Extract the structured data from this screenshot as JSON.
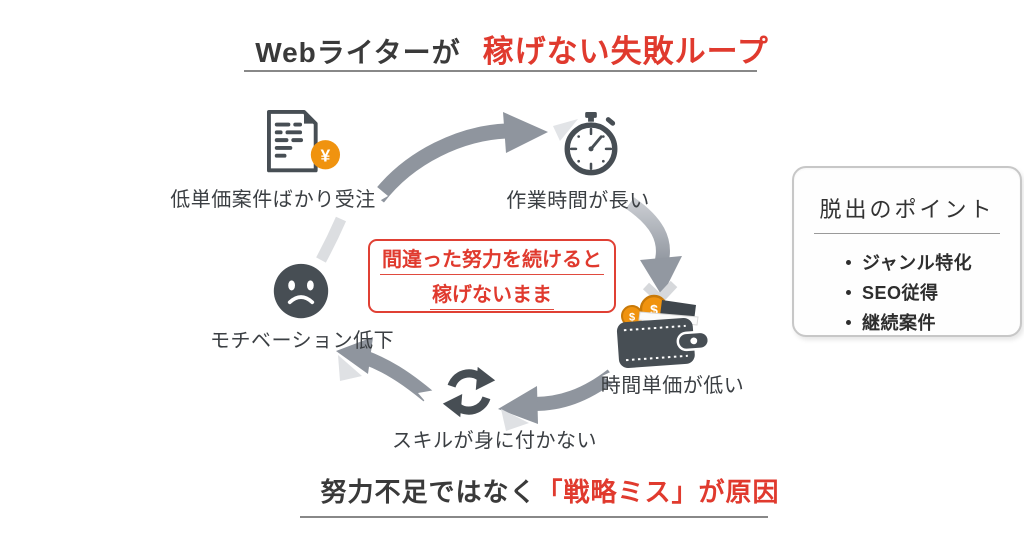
{
  "title": {
    "prefix": "Webライターが",
    "highlight": "稼げない失敗ループ"
  },
  "loop": {
    "nodes": [
      {
        "label": "低単価案件ばかり受注",
        "icon": "document-yen-icon"
      },
      {
        "label": "作業時間が長い",
        "icon": "stopwatch-icon"
      },
      {
        "label": "時間単価が低い",
        "icon": "wallet-icon"
      },
      {
        "label": "スキルが身に付かない",
        "icon": "cycle-icon"
      },
      {
        "label": "モチベーション低下",
        "icon": "sad-face-icon"
      }
    ],
    "center_note": {
      "line1": "間違った努力を続けると",
      "line2": "稼げないまま"
    }
  },
  "escape_panel": {
    "title": "脱出のポイント",
    "items": [
      "ジャンル特化",
      "SEO従得",
      "継続案件"
    ]
  },
  "footer": {
    "prefix": "努力不足ではなく",
    "highlight": "「戦略ミス」が原因"
  },
  "icons": {
    "yen_symbol": "¥",
    "dollar_symbol": "$"
  },
  "colors": {
    "accent_red": "#e03a2e",
    "icon_dark": "#474e54",
    "arrow_gray": "#8f959e",
    "arrow_light": "#dcdee1",
    "coin_orange": "#f0930f"
  }
}
